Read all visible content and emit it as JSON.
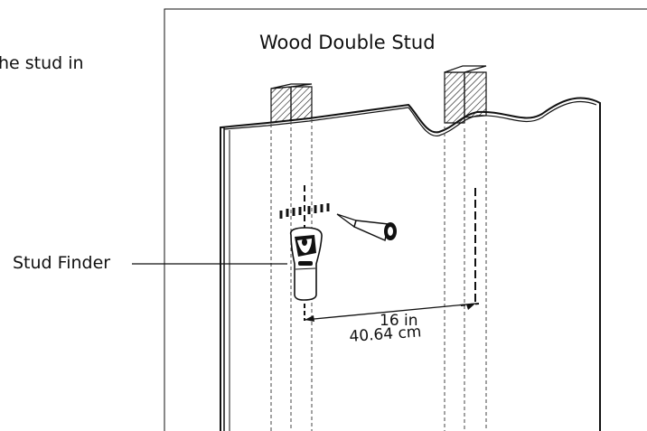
{
  "intro": {
    "text": "he stud in"
  },
  "figure": {
    "title": "Wood Double Stud",
    "device_label": "Stud Finder",
    "dimension_inch": "16 in",
    "dimension_cm": "40.64 cm"
  }
}
